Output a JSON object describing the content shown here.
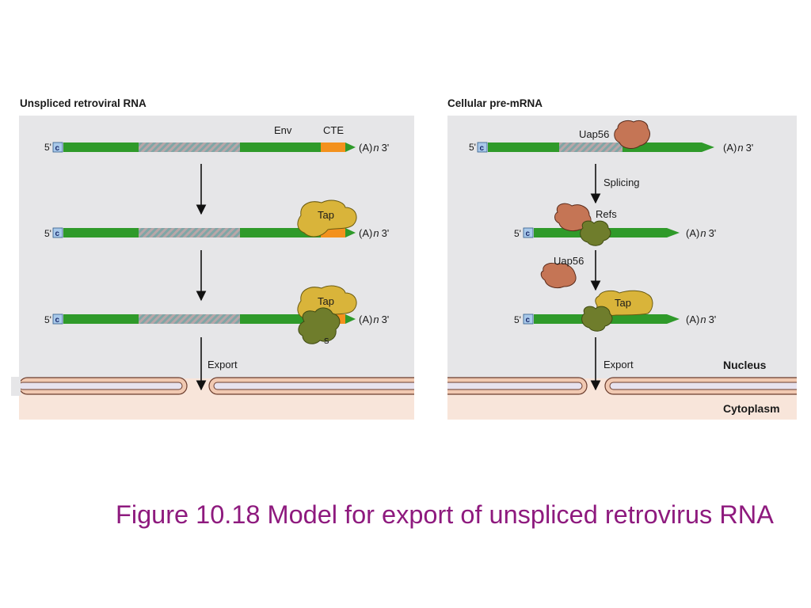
{
  "caption": "Figure 10.18 Model for export of unspliced retrovirus RNA",
  "colors": {
    "panel_bg": "#e6e6e8",
    "cytoplasm_bg": "#f8e5da",
    "rna_green": "#2f9a2a",
    "cte_orange": "#f3911d",
    "tap_yellow": "#d9b43a",
    "refs_olive": "#6f7d2c",
    "uap56_brown": "#c57555",
    "membrane_pink": "#f1c9b2",
    "membrane_lumen": "#e7e2ee",
    "cap_blue": "#a9c9ea"
  },
  "left_panel": {
    "title": "Unspliced retroviral RNA",
    "env_label": "Env",
    "cte_label": "CTE",
    "five_prime": "5'",
    "cap": "c",
    "tail_a": "(A)",
    "tail_n": "n",
    "three_prime": "3'",
    "tap_label": "Tap",
    "refs_label_partial": "s",
    "export_label": "Export"
  },
  "right_panel": {
    "title": "Cellular pre-mRNA",
    "uap56_label": "Uap56",
    "splicing_label": "Splicing",
    "refs_label": "Refs",
    "uap56_label_2": "Uap56",
    "tap_label": "Tap",
    "five_prime": "5'",
    "cap": "c",
    "tail_a": "(A)",
    "tail_n": "n",
    "three_prime": "3'",
    "export_label": "Export",
    "nucleus_label": "Nucleus",
    "cytoplasm_label": "Cytoplasm"
  }
}
